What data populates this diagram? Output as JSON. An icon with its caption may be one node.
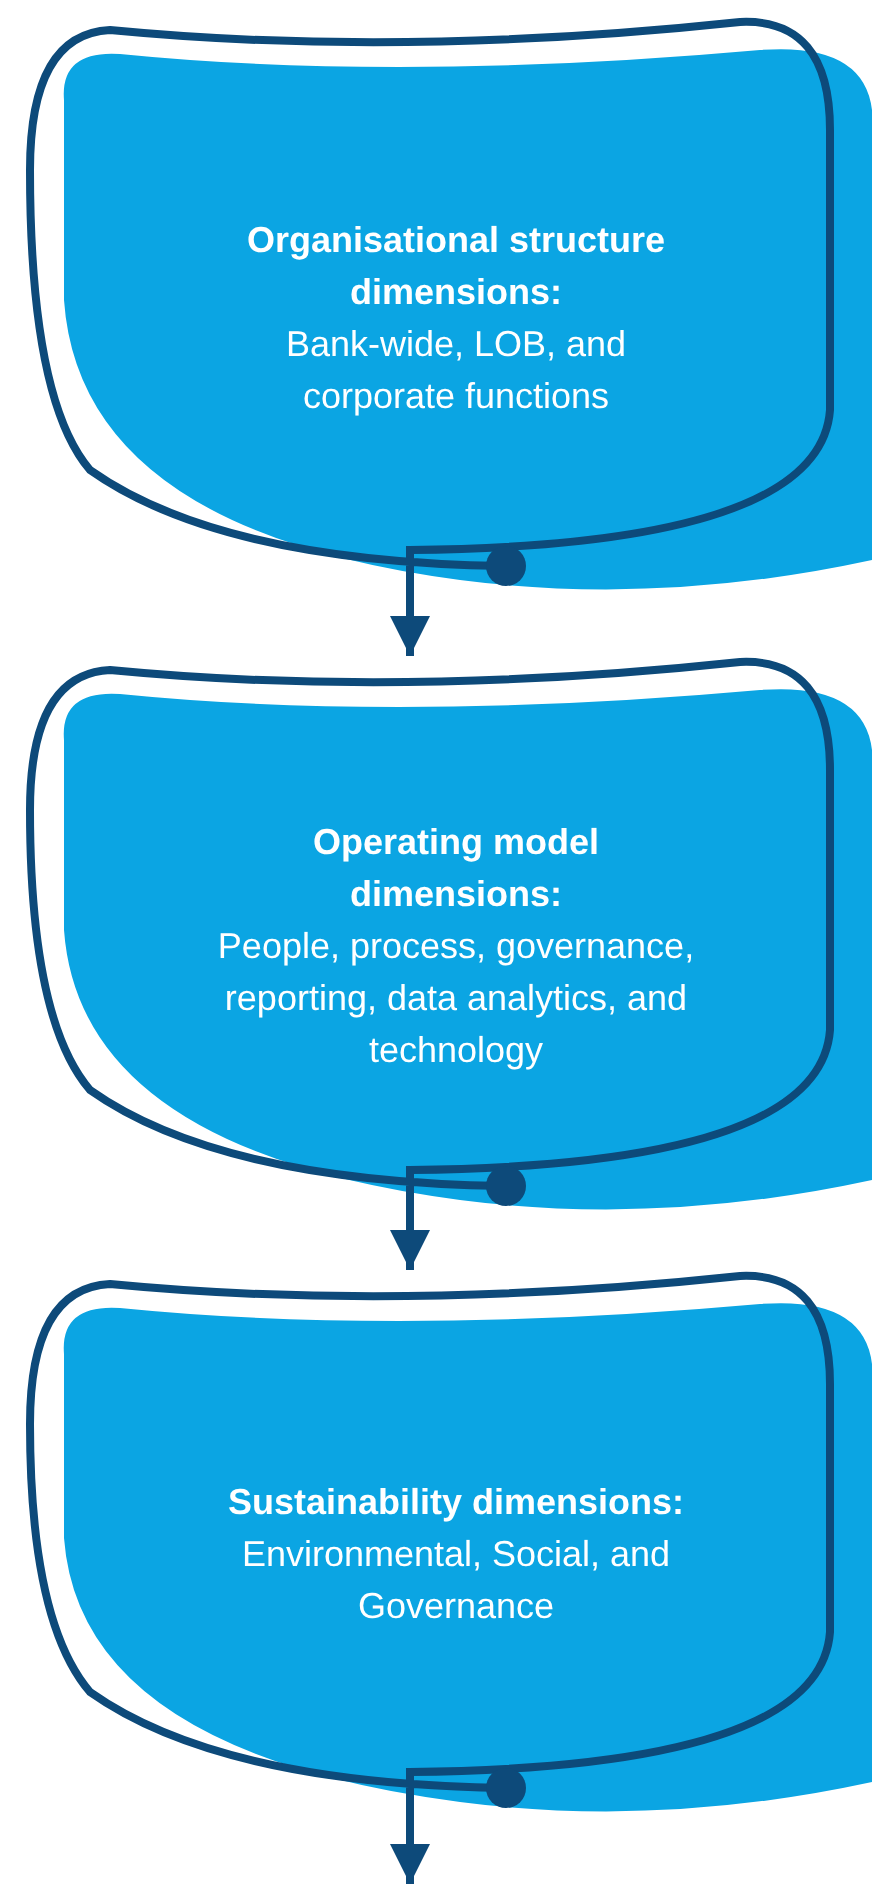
{
  "diagram": {
    "nodes": [
      {
        "text": [
          "Organisational structure dimensions:",
          "Bank-wide, LOB, and corporate functions"
        ]
      },
      {
        "text": [
          "Operating model dimensions:",
          "People, process, governance, reporting, data analytics, and technology"
        ]
      },
      {
        "text": [
          "Sustainability dimensions:",
          "Environmental, Social, and Governance"
        ]
      }
    ],
    "edges": [
      {
        "from": 0,
        "to": 1,
        "arrow": "to"
      },
      {
        "from": 1,
        "to": 2,
        "arrow": "to"
      },
      {
        "from": 2,
        "to": null,
        "arrow": "to"
      }
    ]
  }
}
